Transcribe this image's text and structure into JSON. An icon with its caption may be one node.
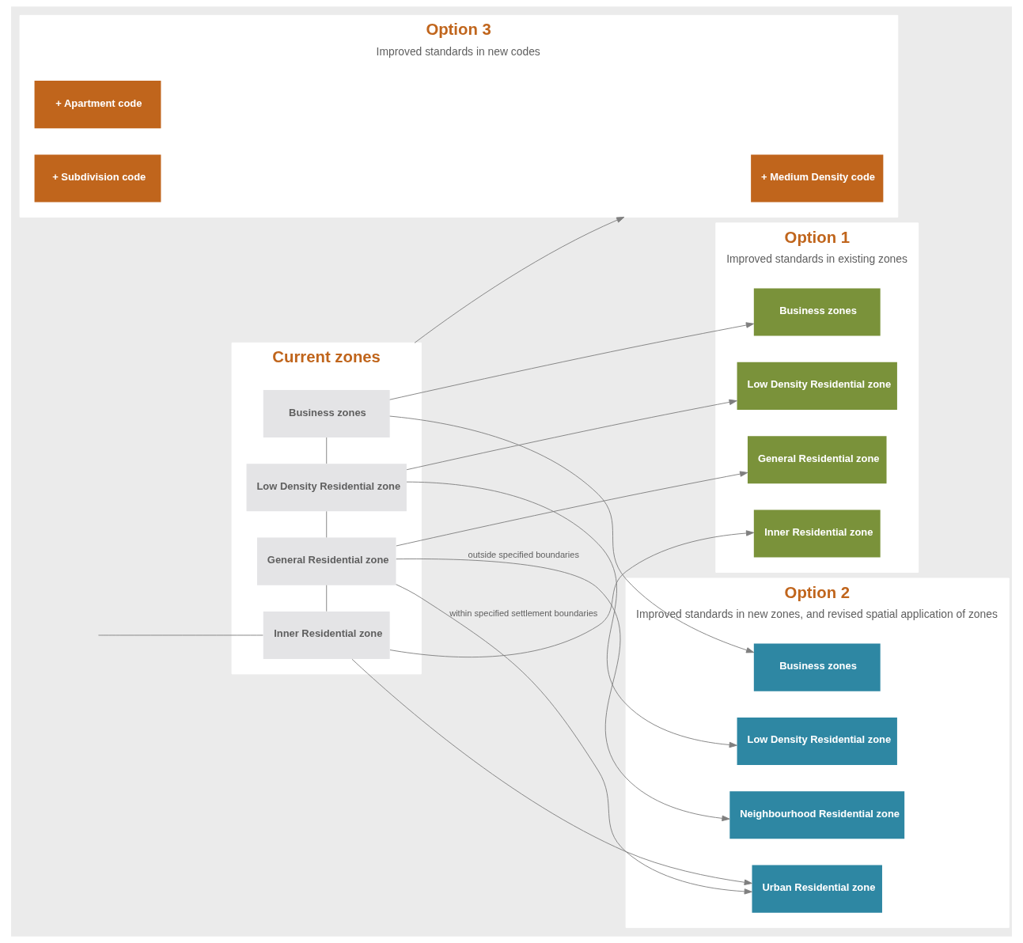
{
  "diagram": {
    "nodes": [
      {
        "text": [
          "Option 1",
          "Improved standards in existing zones"
        ]
      },
      {
        "text": [
          "Inner Residential zone"
        ],
        "in": 0
      },
      {
        "text": [
          "General Residential zone"
        ],
        "in": 0
      },
      {
        "text": [
          "Low Density Residential zone"
        ],
        "in": 0
      },
      {
        "text": [
          "Business zones"
        ],
        "in": 0
      },
      {
        "text": [
          "Current zones"
        ]
      },
      {
        "text": [
          "Inner Residential zone"
        ],
        "in": 5
      },
      {
        "text": [
          "General Residential zone"
        ],
        "in": 5
      },
      {
        "text": [
          "Low Density Residential zone"
        ],
        "in": 5
      },
      {
        "text": [
          "Business zones"
        ],
        "in": 5
      },
      {
        "text": [
          "Option 2",
          "Improved standards in new zones, and revised spatial application of zones"
        ]
      },
      {
        "text": [
          "Urban Residential zone"
        ],
        "in": 10
      },
      {
        "text": [
          "Neighbourhood Residential zone"
        ],
        "in": 10
      },
      {
        "text": [
          "Low Density Residential zone"
        ],
        "in": 10
      },
      {
        "text": [
          "Business zones"
        ],
        "in": 10
      },
      {
        "text": [
          "Option 3",
          "Improved standards in new codes"
        ]
      },
      {
        "text": [
          "+ Medium Density code"
        ],
        "in": 15
      },
      {
        "text": [
          "+ Apartment code"
        ],
        "in": 15
      },
      {
        "text": [
          "+ Subdivision code"
        ],
        "in": 15
      }
    ],
    "edges": [
      {
        "from": null,
        "to": 6,
        "arrow": "none"
      },
      {
        "from": 6,
        "to": 7,
        "arrow": "none"
      },
      {
        "from": 7,
        "to": 8,
        "arrow": "none"
      },
      {
        "from": 8,
        "to": 9,
        "arrow": "none"
      },
      {
        "from": 6,
        "to": 1,
        "arrow": "to"
      },
      {
        "from": 7,
        "to": 2,
        "arrow": "to"
      },
      {
        "from": 8,
        "to": 3,
        "arrow": "to"
      },
      {
        "from": 9,
        "to": 4,
        "arrow": "to"
      },
      {
        "from": 6,
        "to": 11,
        "arrow": "to"
      },
      {
        "from": 7,
        "to": 11,
        "arrow": "to",
        "label": "within specified settlement boundaries"
      },
      {
        "from": 7,
        "to": 12,
        "arrow": "to",
        "label": "outside specified boundaries"
      },
      {
        "from": 8,
        "to": 13,
        "arrow": "to"
      },
      {
        "from": 9,
        "to": 14,
        "arrow": "to"
      },
      {
        "from": 5,
        "to": 15,
        "arrow": "to"
      }
    ]
  }
}
